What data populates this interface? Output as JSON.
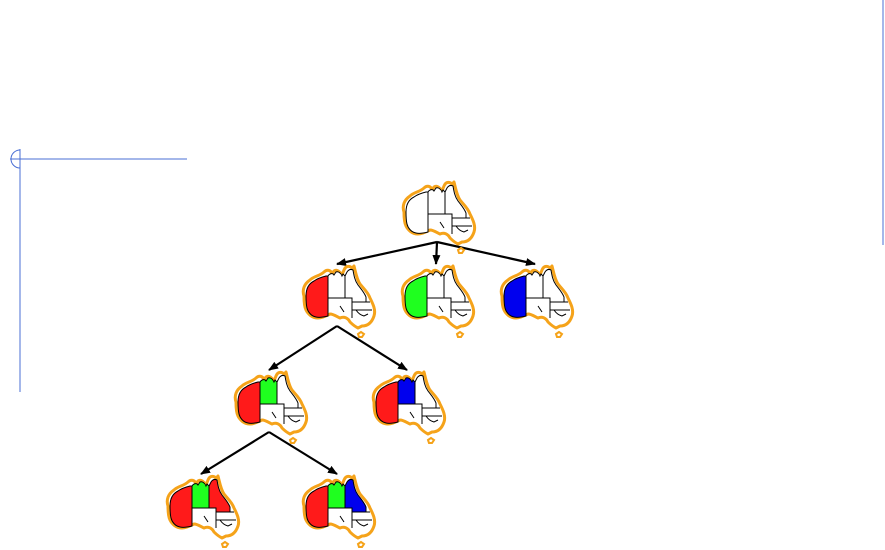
{
  "colors": {
    "background": "#ffffff",
    "accent_line": "#4a6fd4",
    "outline": "#f5a31a",
    "border": "#000000",
    "region_red": "#ff1a1a",
    "region_green": "#1fff1f",
    "region_blue": "#0000ee",
    "uncolored": "#ffffff"
  },
  "tree": {
    "description_levels": 4,
    "nodes": [
      {
        "id": "root",
        "level": 0,
        "coloring": {
          "wa": "none",
          "nt": "none",
          "qld": "none"
        }
      },
      {
        "id": "wa-red",
        "level": 1,
        "parent": "root",
        "coloring": {
          "wa": "red",
          "nt": "none",
          "qld": "none"
        }
      },
      {
        "id": "wa-green",
        "level": 1,
        "parent": "root",
        "coloring": {
          "wa": "green",
          "nt": "none",
          "qld": "none"
        }
      },
      {
        "id": "wa-blue",
        "level": 1,
        "parent": "root",
        "coloring": {
          "wa": "blue",
          "nt": "none",
          "qld": "none"
        }
      },
      {
        "id": "nt-green",
        "level": 2,
        "parent": "wa-red",
        "coloring": {
          "wa": "red",
          "nt": "green",
          "qld": "none"
        }
      },
      {
        "id": "nt-blue",
        "level": 2,
        "parent": "wa-red",
        "coloring": {
          "wa": "red",
          "nt": "blue",
          "qld": "none"
        }
      },
      {
        "id": "qld-red",
        "level": 3,
        "parent": "nt-green",
        "coloring": {
          "wa": "red",
          "nt": "green",
          "qld": "red"
        }
      },
      {
        "id": "qld-blue",
        "level": 3,
        "parent": "nt-green",
        "coloring": {
          "wa": "red",
          "nt": "green",
          "qld": "blue"
        }
      }
    ]
  }
}
